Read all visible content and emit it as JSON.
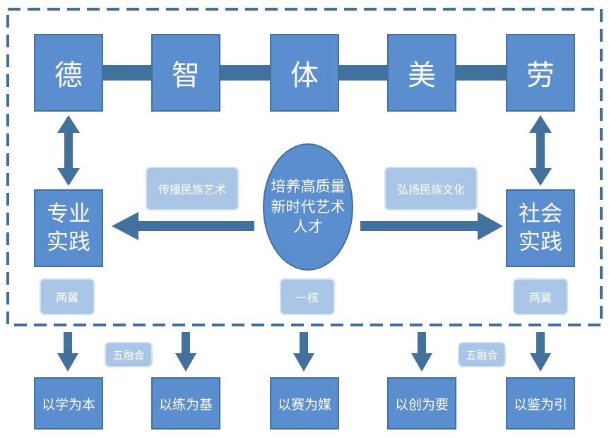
{
  "virtues": [
    "德",
    "智",
    "体",
    "美",
    "劳"
  ],
  "left_practice": {
    "line1": "专业",
    "line2": "实践"
  },
  "right_practice": {
    "line1": "社会",
    "line2": "实践"
  },
  "core": {
    "line1": "培养高质量",
    "line2": "新时代艺术",
    "line3": "人才"
  },
  "left_arrow_label": "传播民族艺术",
  "right_arrow_label": "弘扬民族文化",
  "wing_left": "两翼",
  "core_label": "一核",
  "wing_right": "两翼",
  "fusion_left": "五融合",
  "fusion_right": "五融合",
  "principles": [
    "以学为本",
    "以练为基",
    "以赛为媒",
    "以创为要",
    "以鉴为引"
  ],
  "colors": {
    "box_fill": "#5b8ecf",
    "box_border": "#41719c",
    "connector": "#41719c",
    "pale_fill": "#a9c6e7",
    "pale_border": "#cfe0f3",
    "dashed_frame": "#3e6fa3",
    "text": "#ffffff"
  }
}
